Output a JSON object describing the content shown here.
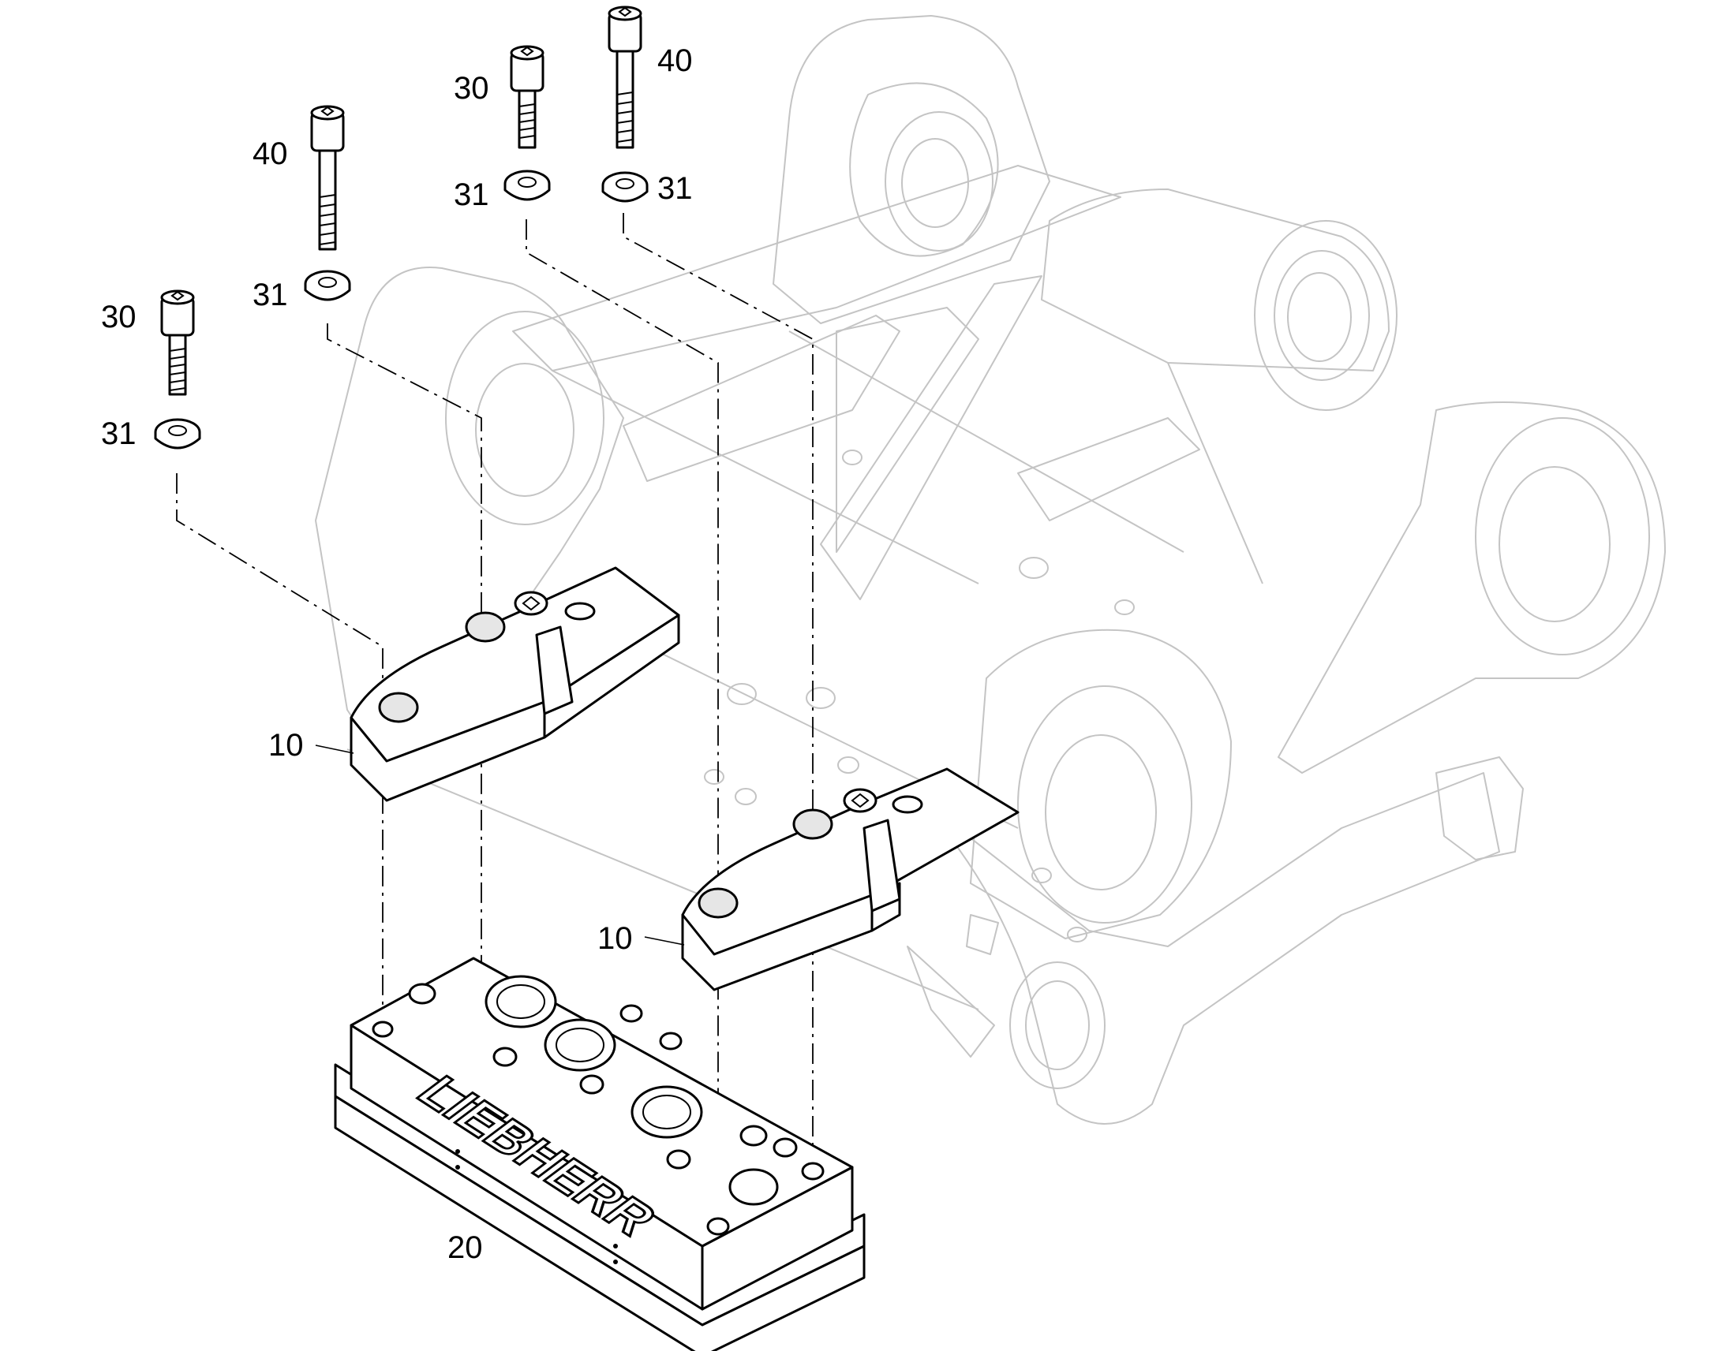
{
  "diagram": {
    "callouts": {
      "c30_left": "30",
      "c31_left": "31",
      "c40_left": "40",
      "c31_midleft": "31",
      "c30_top": "30",
      "c31_top": "31",
      "c40_top": "40",
      "c31_topright": "31",
      "c10_left": "10",
      "c10_right": "10",
      "c20": "20"
    },
    "brand_text": "LIEBHERR",
    "colors": {
      "part_line": "#000000",
      "background_line": "#c4c4c4",
      "background": "#ffffff"
    }
  }
}
